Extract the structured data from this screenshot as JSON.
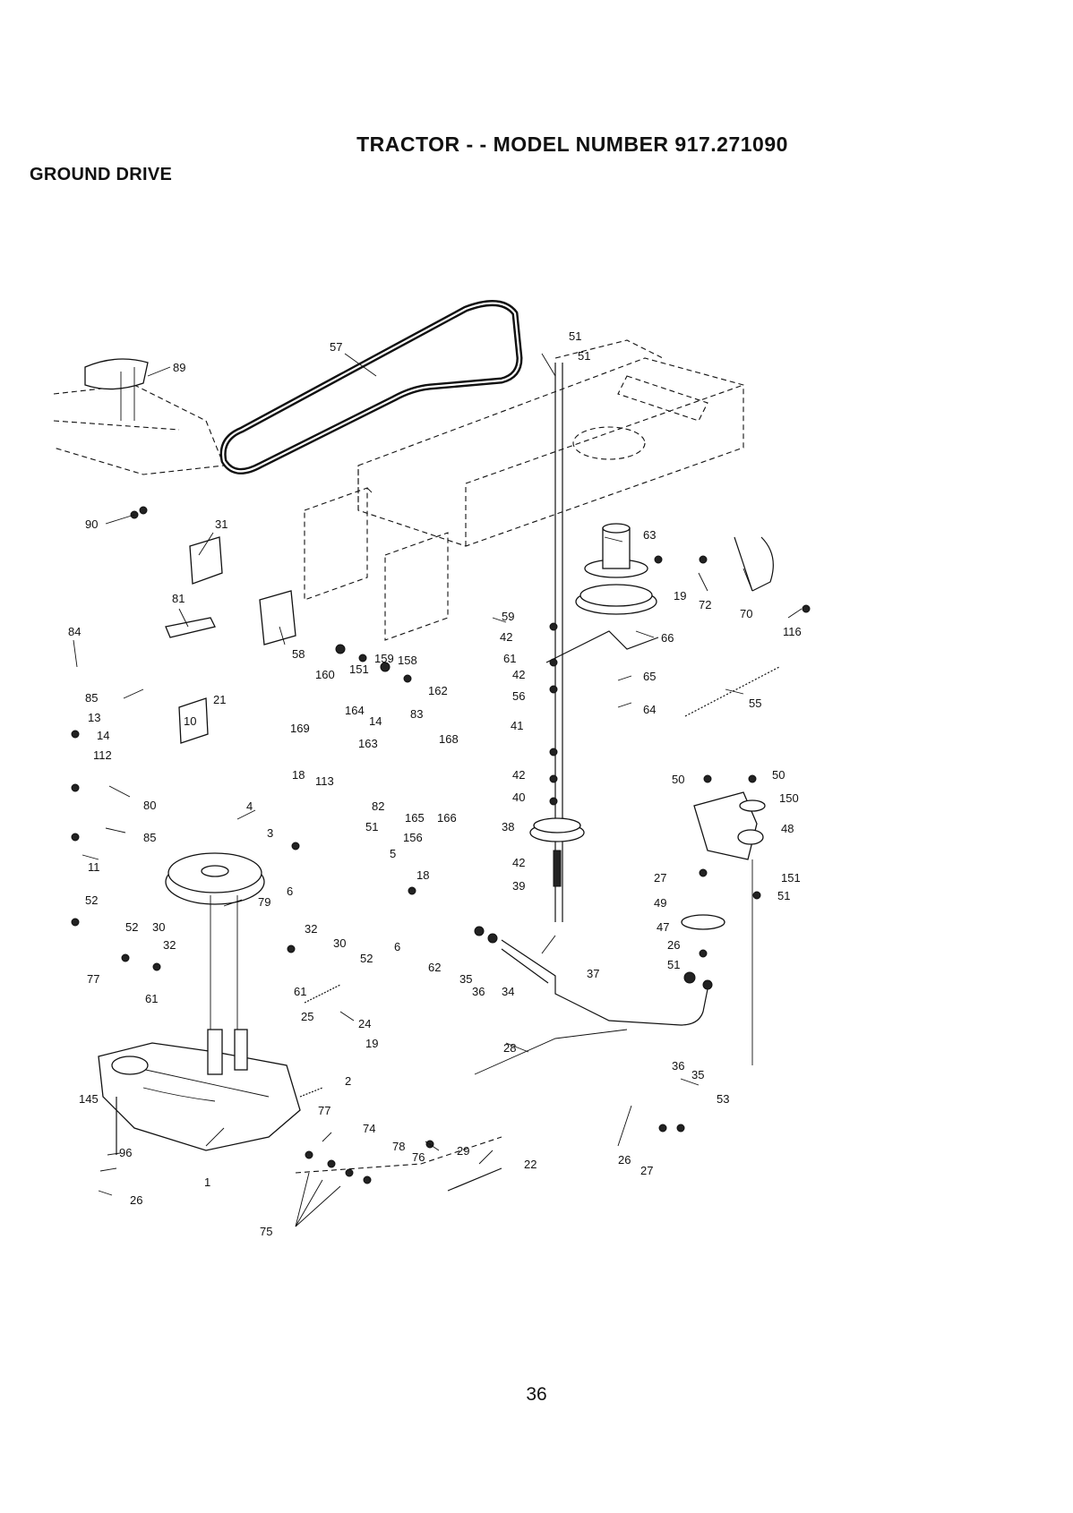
{
  "header": {
    "title": "TRACTOR - - MODEL NUMBER 917.271090",
    "subtitle": "GROUND DRIVE"
  },
  "footer": {
    "page_number": "36"
  }
}
